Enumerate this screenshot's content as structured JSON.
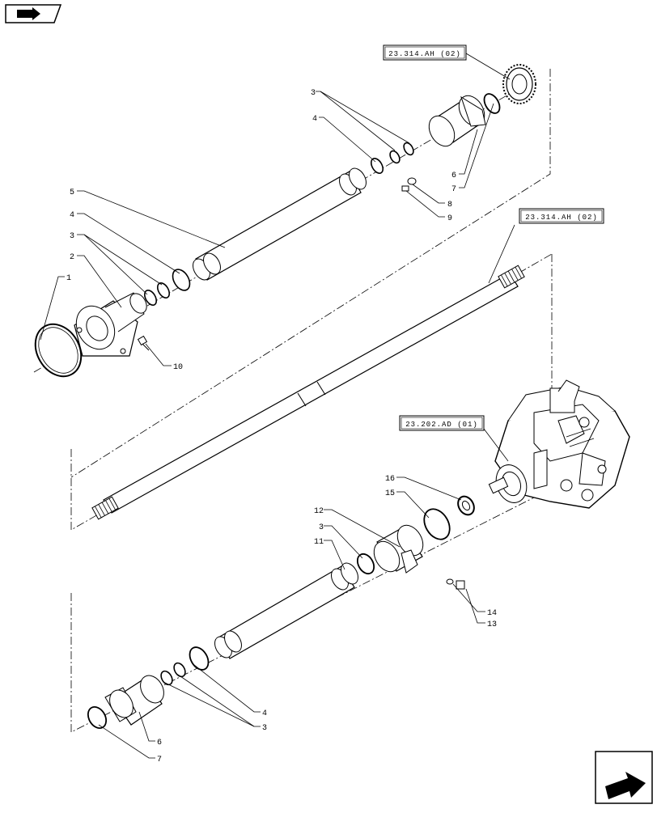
{
  "diagram": {
    "references": [
      {
        "id": "ref-top",
        "text": "23.314.AH (02)"
      },
      {
        "id": "ref-middle",
        "text": "23.314.AH (02)"
      },
      {
        "id": "ref-gearbox",
        "text": "23.202.AD (01)"
      }
    ],
    "callouts": [
      {
        "id": "c3a",
        "text": "3"
      },
      {
        "id": "c4a",
        "text": "4"
      },
      {
        "id": "c5",
        "text": "5"
      },
      {
        "id": "c4b",
        "text": "4"
      },
      {
        "id": "c3b",
        "text": "3"
      },
      {
        "id": "c2",
        "text": "2"
      },
      {
        "id": "c1",
        "text": "1"
      },
      {
        "id": "c10",
        "text": "10"
      },
      {
        "id": "c6a",
        "text": "6"
      },
      {
        "id": "c7a",
        "text": "7"
      },
      {
        "id": "c8",
        "text": "8"
      },
      {
        "id": "c9",
        "text": "9"
      },
      {
        "id": "c16",
        "text": "16"
      },
      {
        "id": "c15",
        "text": "15"
      },
      {
        "id": "c12",
        "text": "12"
      },
      {
        "id": "c3c",
        "text": "3"
      },
      {
        "id": "c11",
        "text": "11"
      },
      {
        "id": "c14",
        "text": "14"
      },
      {
        "id": "c13",
        "text": "13"
      },
      {
        "id": "c4c",
        "text": "4"
      },
      {
        "id": "c3d",
        "text": "3"
      },
      {
        "id": "c6b",
        "text": "6"
      },
      {
        "id": "c7b",
        "text": "7"
      }
    ]
  },
  "nav": {
    "top_left_icon": "book-arrow-icon",
    "bottom_right_icon": "next-page-arrow-icon"
  }
}
